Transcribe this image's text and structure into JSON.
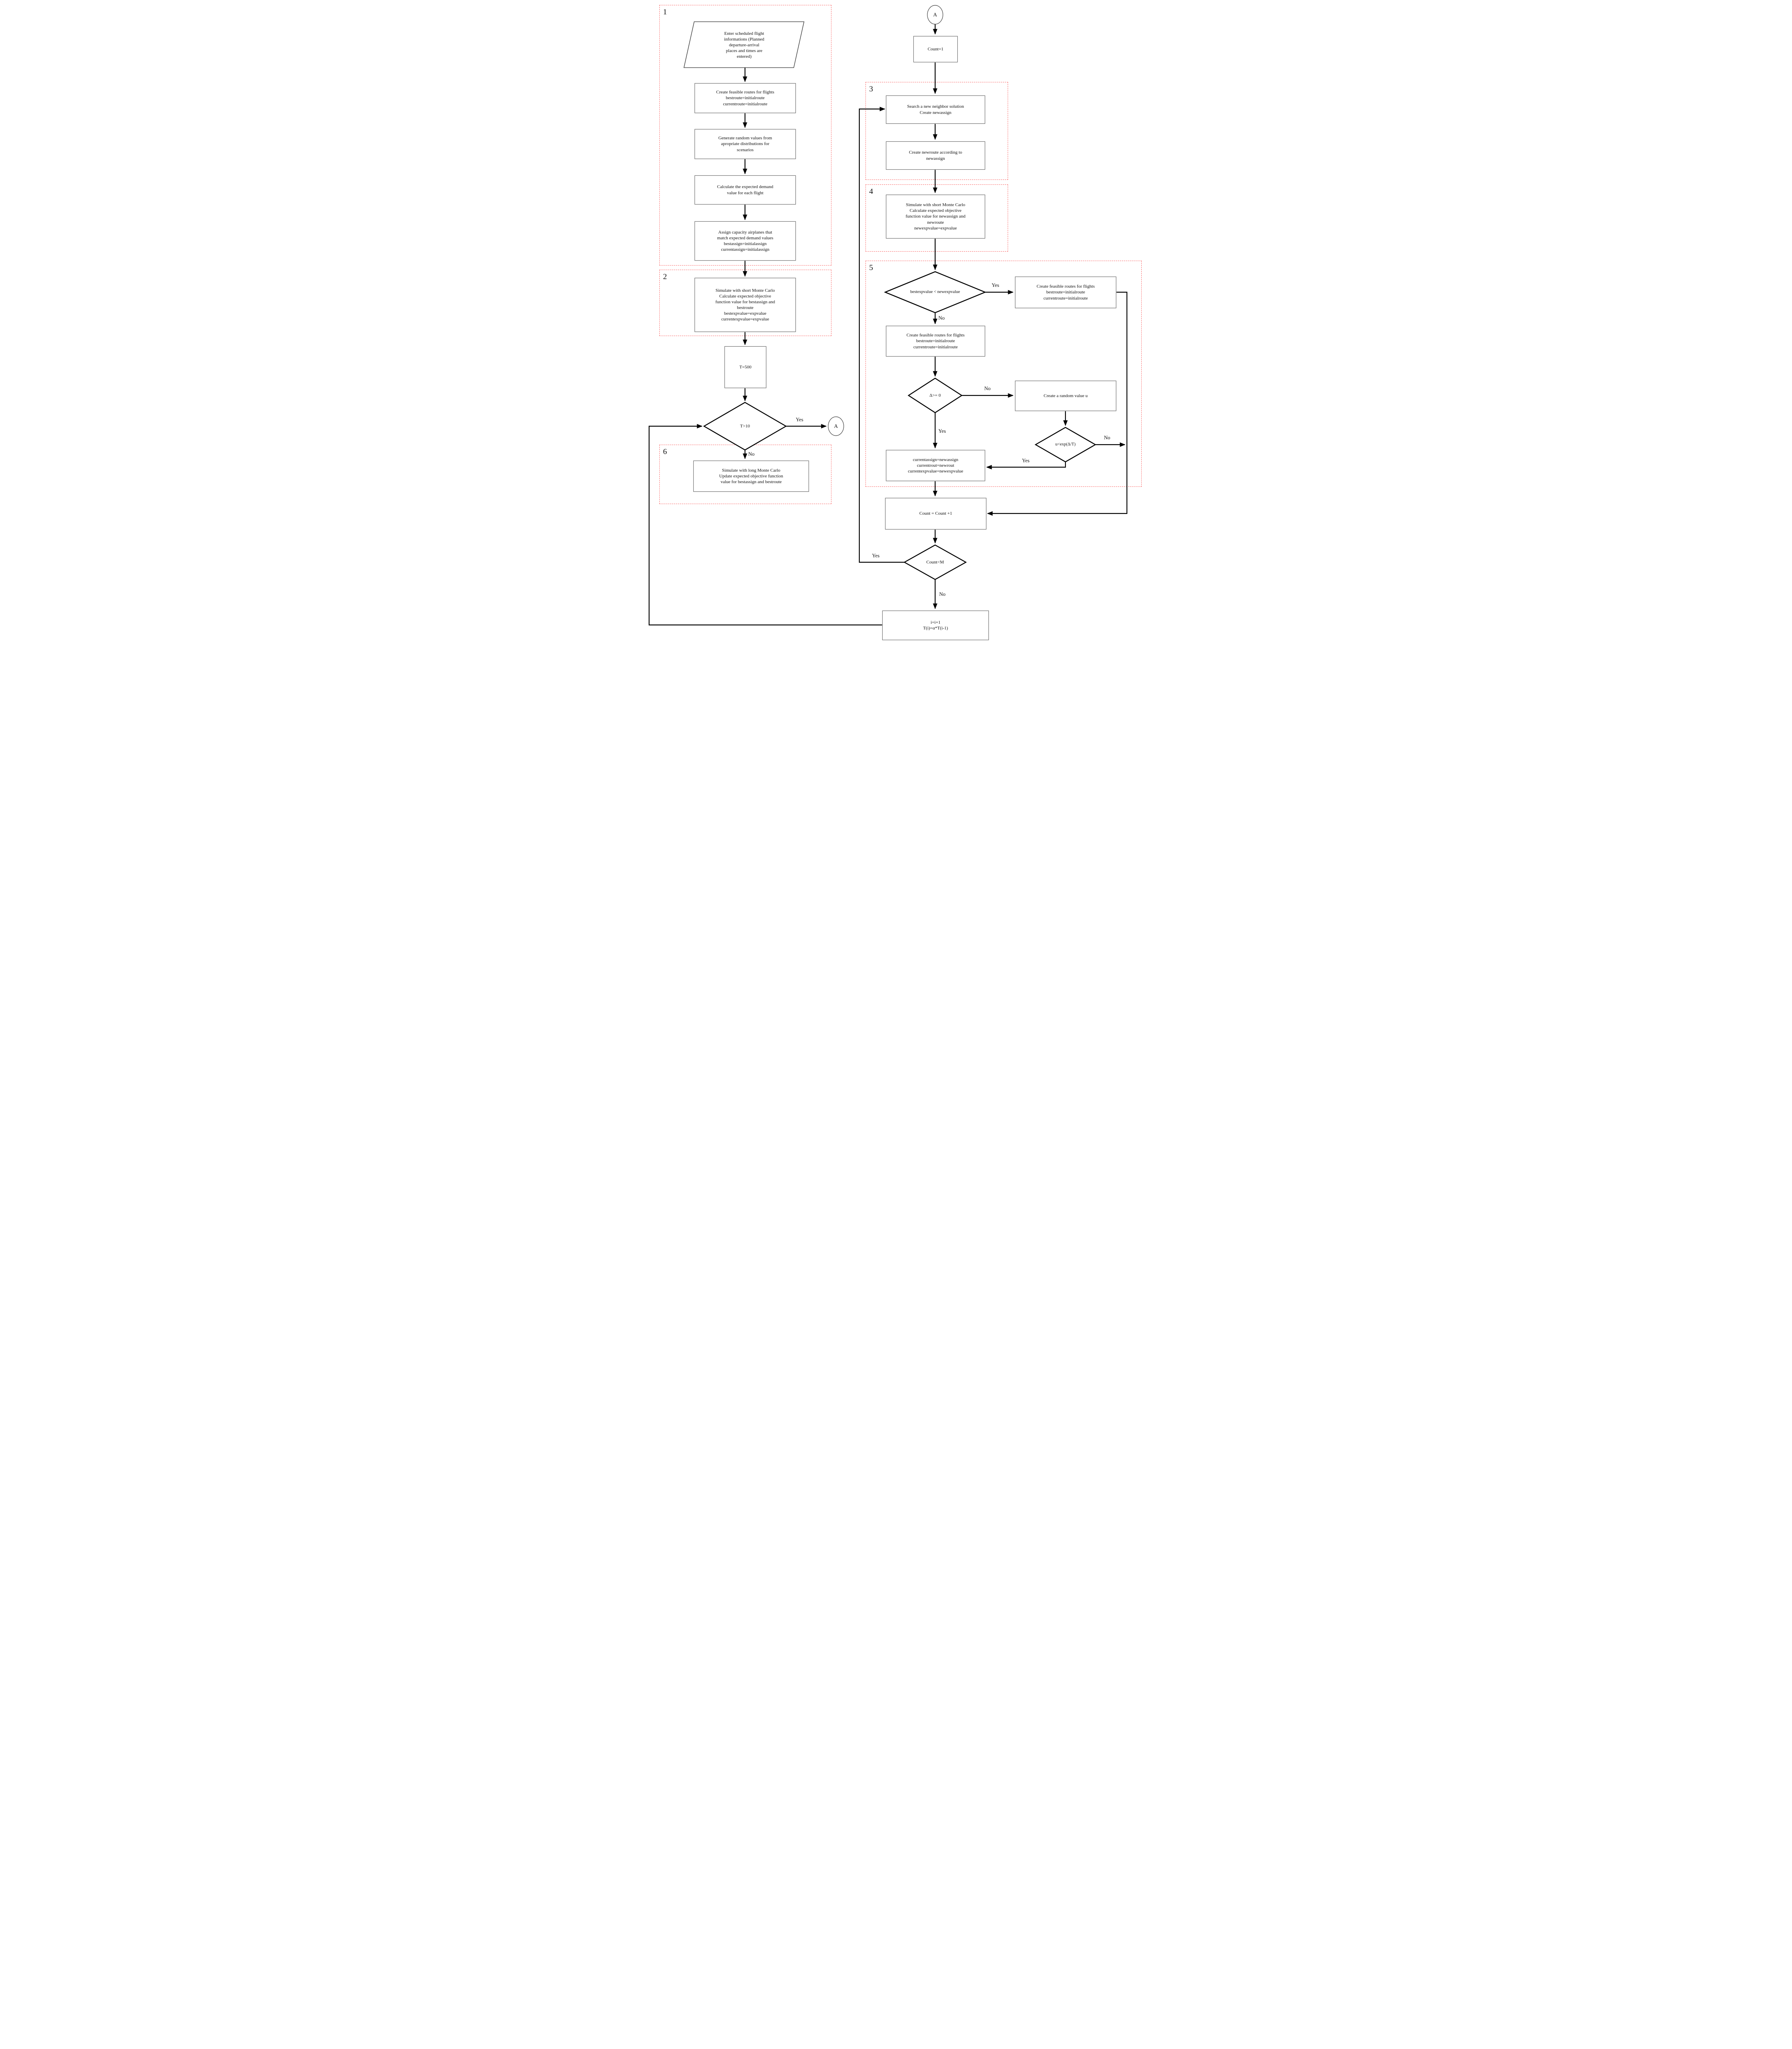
{
  "figure": {
    "kind": "flowchart",
    "topic": "Simulated annealing flight scheduling algorithm"
  },
  "colors": {
    "region_dashed": "#f96a6a",
    "line": "#000000",
    "rect_border": "#6f6f6f",
    "text": "#111111"
  },
  "regions": [
    "1",
    "2",
    "3",
    "4",
    "5",
    "6"
  ],
  "nodes": {
    "start": {
      "shape": "parallelogram",
      "text": "Enter scheduled flight\ninformations (Planned\ndeparture-arrival\nplaces and times are\nentered)"
    },
    "create_routes": {
      "shape": "rect",
      "text": "Create feasible routes for flights\nbestroute=initialroute\ncurrentroute=initialroute"
    },
    "gen_random": {
      "shape": "rect",
      "text": "Generate random values from\napropriate distributions for\nscenarios"
    },
    "calc_demand": {
      "shape": "rect",
      "text": "Calculate the expected demand\nvalue for each flight"
    },
    "assign_capacity": {
      "shape": "rect",
      "text": "Assign capacity airplanes that\nmatch expected demand values\nbestassign=initialassign\ncurrentassign=initialassign"
    },
    "sim_best": {
      "shape": "rect",
      "text": "Simulate with short Monte Carlo\nCalculate expected objective\nfunction value for bestassign and\nbestroute\nbestexpvalue=expvalue\ncurrentexpvalue=expvalue"
    },
    "t500": {
      "shape": "rect",
      "text": "T=500"
    },
    "d_t10": {
      "shape": "diamond",
      "text": "T>10"
    },
    "connector_a_left": {
      "shape": "circle",
      "text": "A"
    },
    "sim_long": {
      "shape": "rect",
      "text": "Simulate with long Monte Carlo\nUpdate expected objective function\nvalue for bestassign and bestroute"
    },
    "connector_a_top": {
      "shape": "circle",
      "text": "A"
    },
    "count1": {
      "shape": "rect",
      "text": "Count=1"
    },
    "search": {
      "shape": "rect",
      "text": "Search a new neighbor solution\nCreate newassign"
    },
    "newroute": {
      "shape": "rect",
      "text": "Create newroute according to\nnewassign"
    },
    "sim_new": {
      "shape": "rect",
      "text": "Simulate with short Monte Carlo\nCalculate expected objective\nfunction value for newassign and\nnewroute\nnewexpvalue=expvalue"
    },
    "d_best": {
      "shape": "diamond",
      "text": "bestexpvalue < newexpvalue"
    },
    "best_routes_yes": {
      "shape": "rect",
      "text": "Create feasible routes for flights\nbestroute=initialroute\ncurrentroute=initialroute"
    },
    "best_routes_no": {
      "shape": "rect",
      "text": "Create feasible routes for flights\nbestroute=initialroute\ncurrentroute=initialroute"
    },
    "d_delta": {
      "shape": "diamond",
      "text": "Δ>= 0"
    },
    "random_u": {
      "shape": "rect",
      "text": "Create a random value u"
    },
    "d_uexp": {
      "shape": "diamond",
      "text": "u<exp(Δ/T)"
    },
    "current_update": {
      "shape": "rect",
      "text": "currentassign=newassign\ncurrentrout=newrout\ncurrentexpvalue=newexpvalue"
    },
    "count_inc": {
      "shape": "rect",
      "text": "Count = Count +1"
    },
    "d_countm": {
      "shape": "diamond",
      "text": "Count<M"
    },
    "temp_update": {
      "shape": "rect",
      "text": "i=i+1\nT(i)=α*T(i-1)"
    }
  },
  "edges": {
    "t10_yes": "Yes",
    "t10_no": "No",
    "best_yes": "Yes",
    "best_no": "No",
    "delta_no": "No",
    "delta_yes": "Yes",
    "uexp_no": "No",
    "uexp_yes": "Yes",
    "countm_yes": "Yes",
    "countm_no": "No"
  }
}
